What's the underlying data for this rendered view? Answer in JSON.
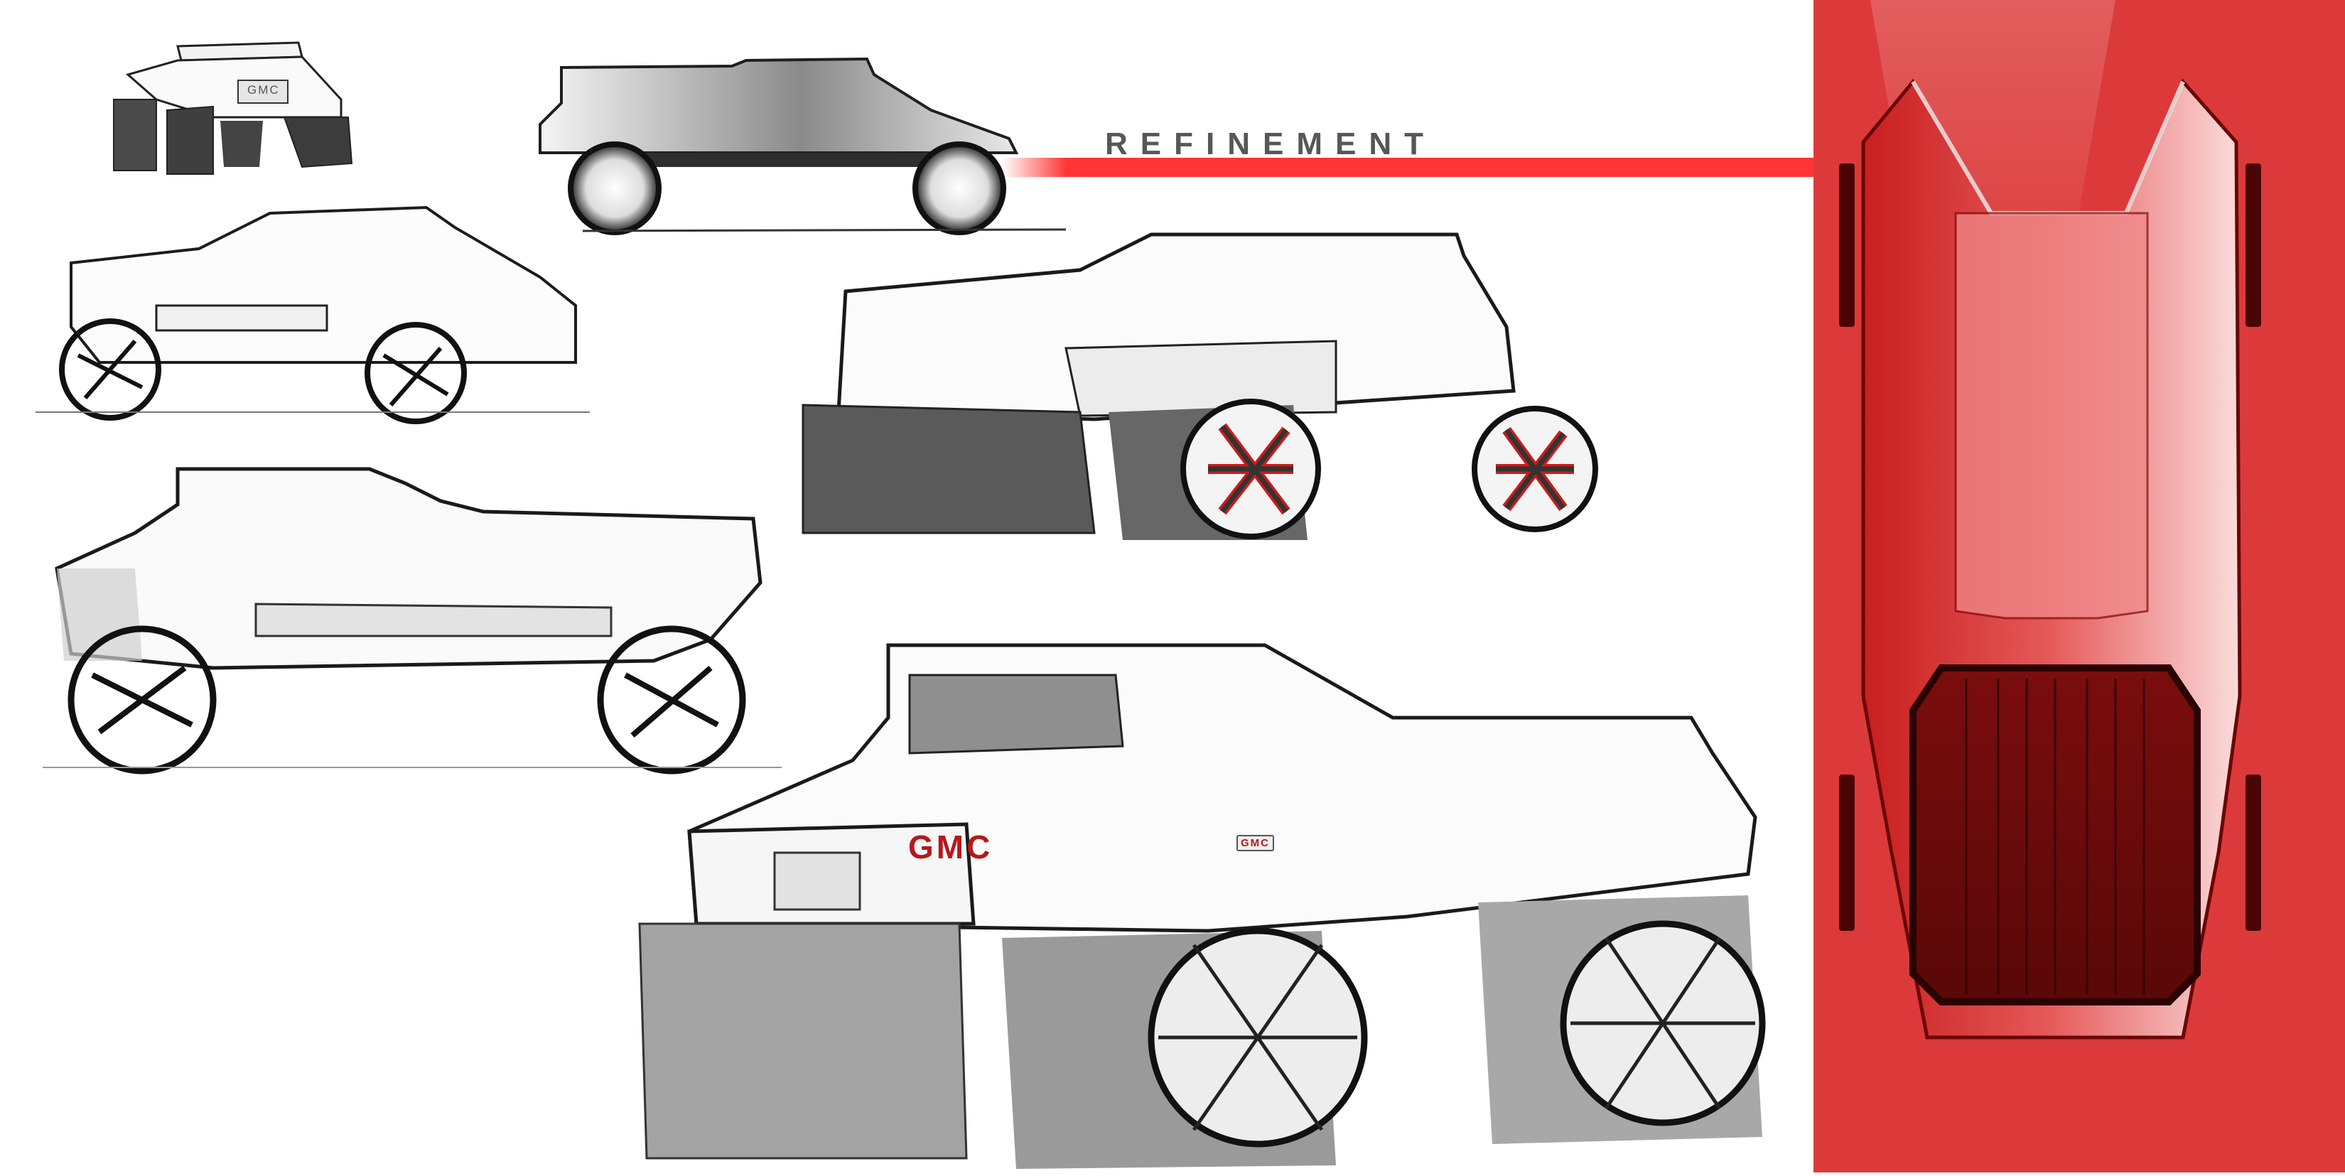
{
  "board": {
    "title": "REFINEMENT",
    "brand_badge_large": "GMC",
    "brand_badge_small": "GMC",
    "brand_badge_sketch": "GMC"
  },
  "colors": {
    "background": "#ffffff",
    "accent_red": "#ff3434",
    "panel_red": "#dc3a3a",
    "badge_red": "#b4191d",
    "title_gray": "#575757",
    "sketch_dark": "#2a2a2a",
    "sketch_mid": "#9a9a9a"
  },
  "sketches": [
    {
      "id": "rear-three-quarter-small",
      "view": "rear 3/4"
    },
    {
      "id": "side-profile-top",
      "view": "side"
    },
    {
      "id": "front-three-quarter-left",
      "view": "front 3/4"
    },
    {
      "id": "rear-three-quarter-red-wheels",
      "view": "rear 3/4"
    },
    {
      "id": "side-profile-left",
      "view": "side"
    },
    {
      "id": "rear-three-quarter-large",
      "view": "rear 3/4"
    },
    {
      "id": "top-view-red",
      "view": "top"
    }
  ]
}
